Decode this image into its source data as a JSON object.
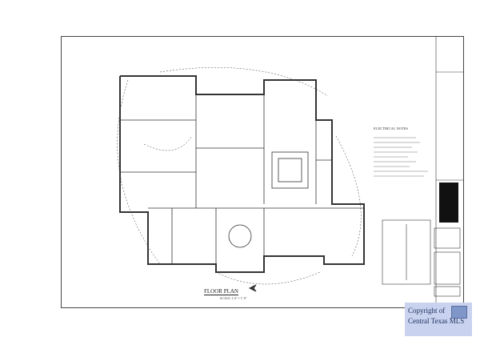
{
  "drawing": {
    "title": "FLOOR PLAN",
    "scale": "SCALE: 1/4\" = 1'-0\"",
    "notes_title": "ELECTRICAL NOTES"
  },
  "watermark": {
    "line1": "Copyright of",
    "line2": "Central Texas MLS"
  },
  "colors": {
    "line": "#333333",
    "watermark_bg": "#c9d3ef"
  }
}
